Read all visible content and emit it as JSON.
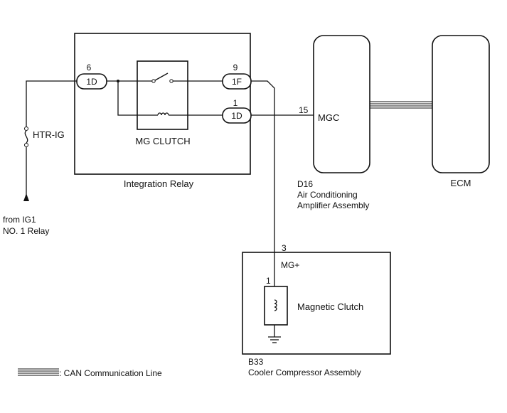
{
  "integration_relay": {
    "label": "Integration Relay",
    "inner_component": "MG CLUTCH",
    "pins": {
      "left": {
        "number": "6",
        "connector": "1D"
      },
      "right_top": {
        "number": "9",
        "connector": "1F"
      },
      "right_bottom": {
        "number": "1",
        "connector": "1D"
      }
    }
  },
  "fuse": {
    "label": "HTR-IG"
  },
  "power_source": {
    "line1": "from IG1",
    "line2": "NO. 1 Relay"
  },
  "amplifier": {
    "code": "D16",
    "name_line1": "Air Conditioning",
    "name_line2": "Amplifier Assembly",
    "pin_number": "15",
    "pin_name": "MGC"
  },
  "ecm": {
    "label": "ECM"
  },
  "compressor": {
    "code": "B33",
    "name": "Cooler Compressor Assembly",
    "pin_number": "3",
    "pin_name": "MG+",
    "inner_pin": "1",
    "inner_component": "Magnetic Clutch"
  },
  "legend": {
    "text": ": CAN Communication Line"
  }
}
